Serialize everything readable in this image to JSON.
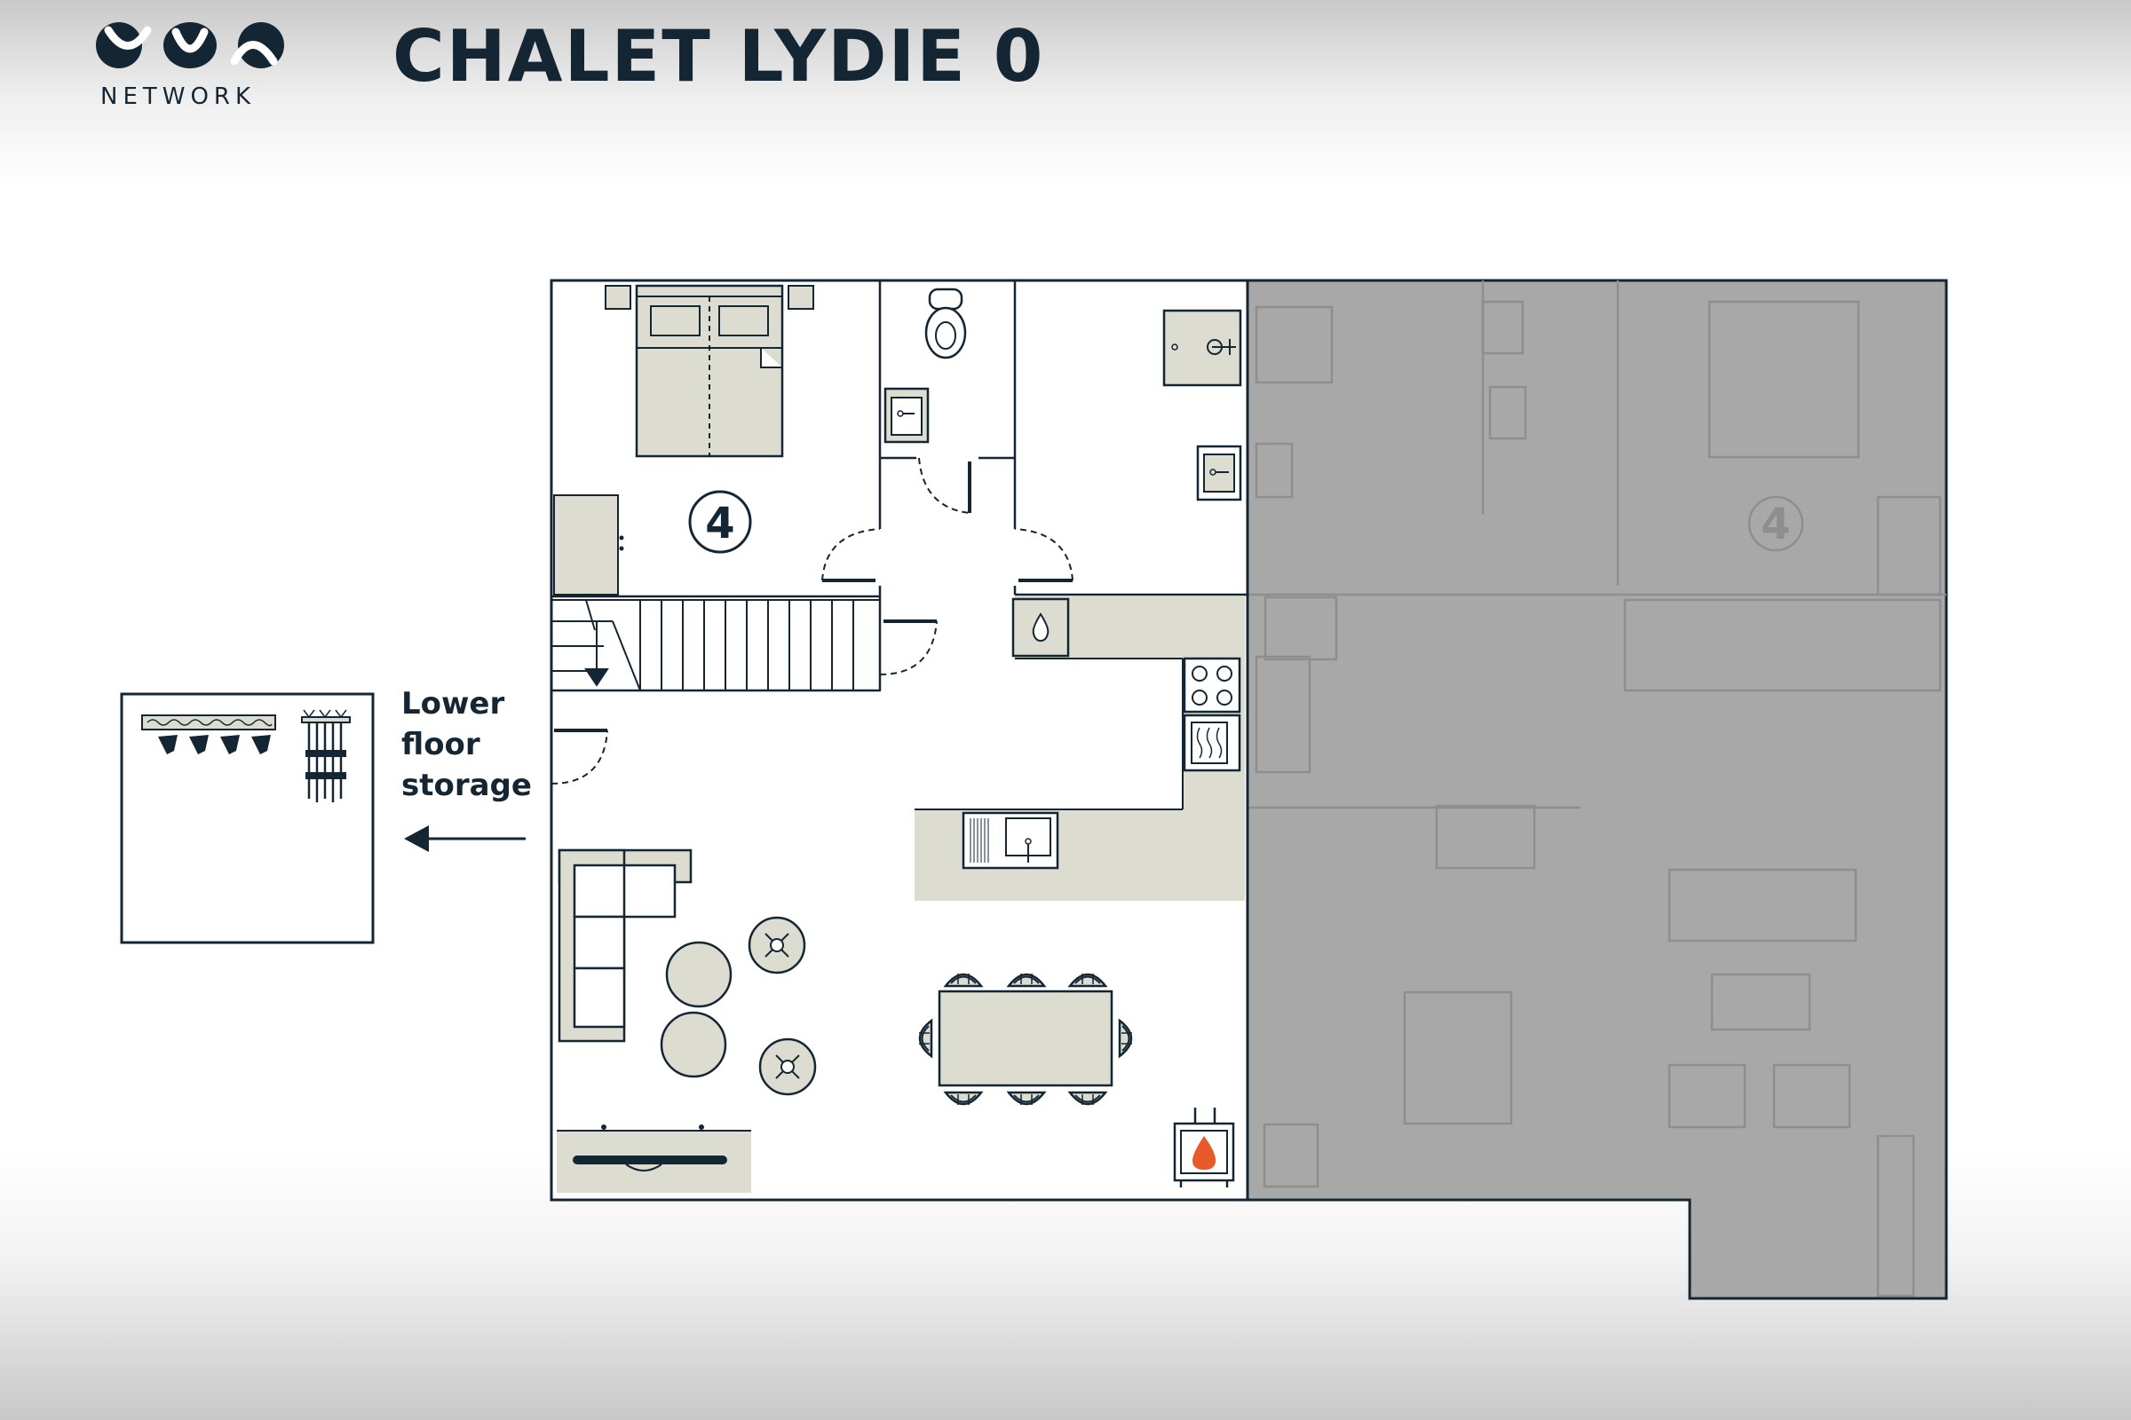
{
  "brand": {
    "name": "NETWORK"
  },
  "header": {
    "title": "CHALET LYDIE 0"
  },
  "plan": {
    "bedroom_number": "4",
    "mirrored_bedroom_number": "4",
    "storage_label": [
      "Lower",
      "floor",
      "storage"
    ]
  },
  "colors": {
    "ink": "#142634",
    "furniture_fill": "#dcdcd0",
    "neighbour_shade": "#a8a8a8",
    "fire": "#e85a2a"
  },
  "icons": [
    "onu-logo-icon",
    "double-bed-icon",
    "toilet-icon",
    "sink-icon",
    "stairs-icon",
    "kitchen-sink-icon",
    "hob-icon",
    "oven-icon",
    "water-drop-icon",
    "sofa-icon",
    "coffee-table-icon",
    "armchair-icon",
    "dining-table-icon",
    "fireplace-icon",
    "tv-unit-icon",
    "ski-boot-rack-icon",
    "ski-rack-icon",
    "arrow-left-icon"
  ]
}
